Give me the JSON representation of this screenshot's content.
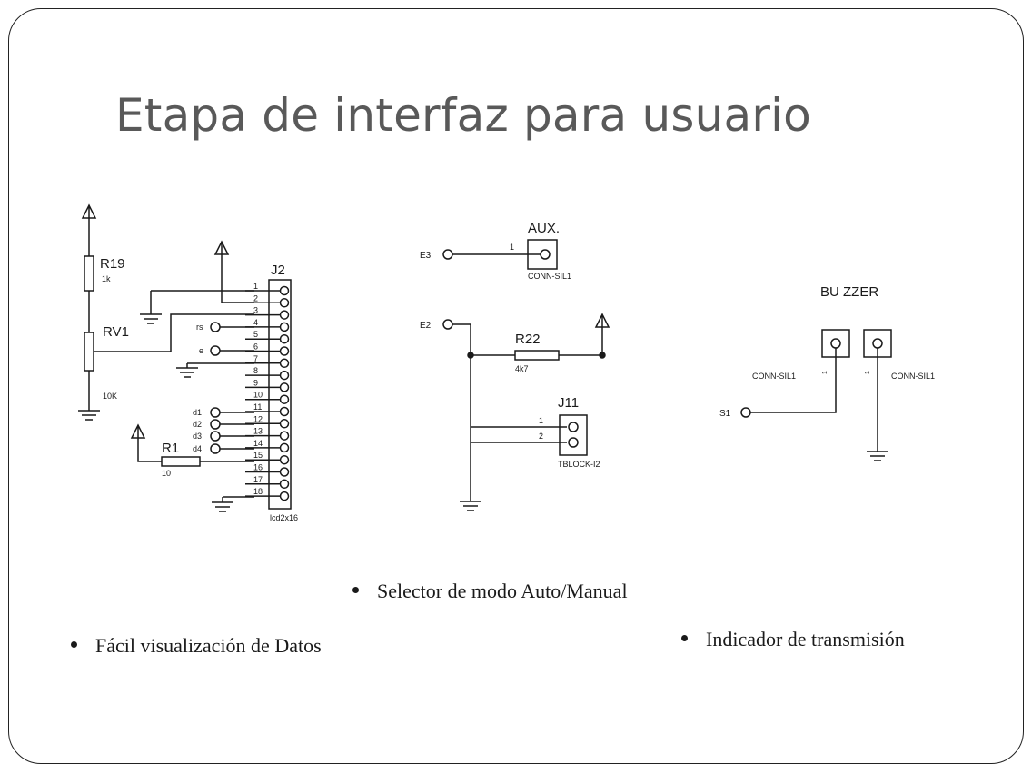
{
  "slide": {
    "title": "Etapa de interfaz para usuario",
    "bullets": {
      "selector": "Selector de modo Auto/Manual",
      "visualizacion": "Fácil visualización  de Datos",
      "indicador": "Indicador de transmisión"
    }
  },
  "lcd_circuit": {
    "r19_name": "R19",
    "r19_value": "1k",
    "rv1_name": "RV1",
    "rv1_value": "10K",
    "r1_name": "R1",
    "r1_value": "10",
    "connector_name": "J2",
    "connector_type": "lcd2x16",
    "pins": [
      "1",
      "2",
      "3",
      "4",
      "5",
      "6",
      "7",
      "8",
      "9",
      "10",
      "11",
      "12",
      "13",
      "14",
      "15",
      "16",
      "17",
      "18"
    ],
    "signals": {
      "rs": "rs",
      "e": "e",
      "d1": "d1",
      "d2": "d2",
      "d3": "d3",
      "d4": "d4"
    }
  },
  "mode_circuit": {
    "aux_name": "AUX.",
    "aux_type": "CONN-SIL1",
    "aux_pin": "1",
    "e3": "E3",
    "e2": "E2",
    "r22_name": "R22",
    "r22_value": "4k7",
    "j11_name": "J11",
    "j11_type": "TBLOCK-I2",
    "j11_pin1": "1",
    "j11_pin2": "2"
  },
  "buzzer_circuit": {
    "name": "BU ZZER",
    "left_type": "CONN-SIL1",
    "right_type": "CONN-SIL1",
    "pin": "1",
    "s1": "S1"
  },
  "colors": {
    "title": "#595959",
    "ink": "#1a1a1a",
    "border": "#222222"
  }
}
